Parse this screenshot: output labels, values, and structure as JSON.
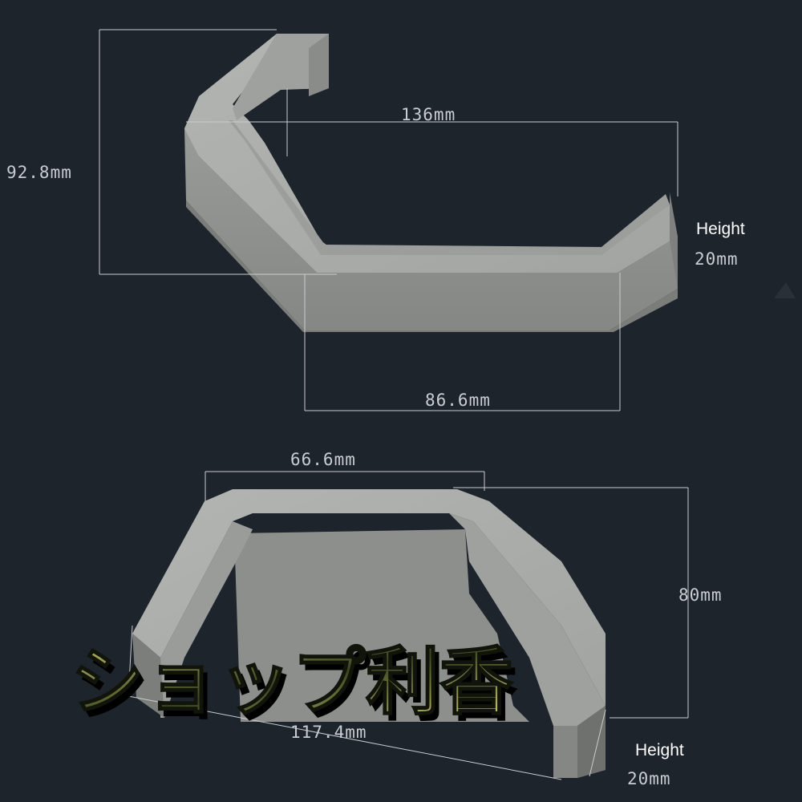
{
  "upper_part": {
    "dim_width": "136mm",
    "dim_depth": "92.8mm",
    "dim_bottom": "86.6mm",
    "height_label": "Height",
    "height_value": "20mm"
  },
  "lower_part": {
    "dim_top": "66.6mm",
    "dim_height": "80mm",
    "dim_span": "117.4mm",
    "height_label": "Height",
    "height_value": "20mm"
  },
  "watermark": {
    "text": "ショップ利香",
    "fill_color": "#2b3318",
    "highlight_color": "#c9c66a"
  },
  "colors": {
    "background": "#1e242c",
    "part_top": "#a9aba9",
    "part_side": "#8f918f",
    "dimension_line": "#c9ccd0"
  }
}
